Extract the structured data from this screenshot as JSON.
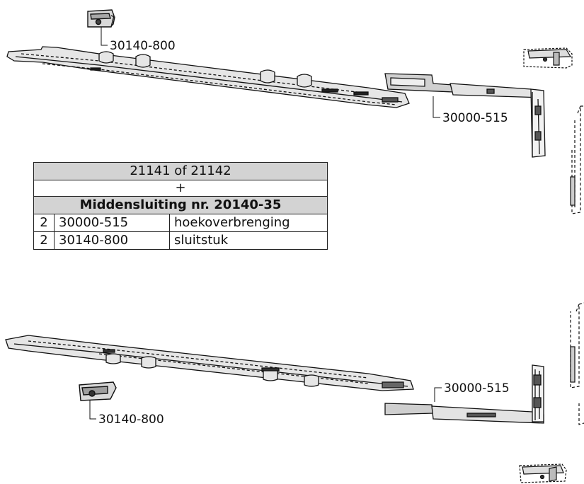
{
  "labels": {
    "top_lock_keep": "30140-800",
    "top_corner": "30000-515",
    "bottom_lock_keep": "30140-800",
    "bottom_corner": "30000-515"
  },
  "table": {
    "header": "21141 of 21142",
    "plus": "+",
    "section_title": "Middensluiting nr. 20140-35",
    "rows": [
      {
        "qty": "2",
        "code": "30000-515",
        "desc": "hoekoverbrenging"
      },
      {
        "qty": "2",
        "code": "30140-800",
        "desc": "sluitstuk"
      }
    ]
  }
}
